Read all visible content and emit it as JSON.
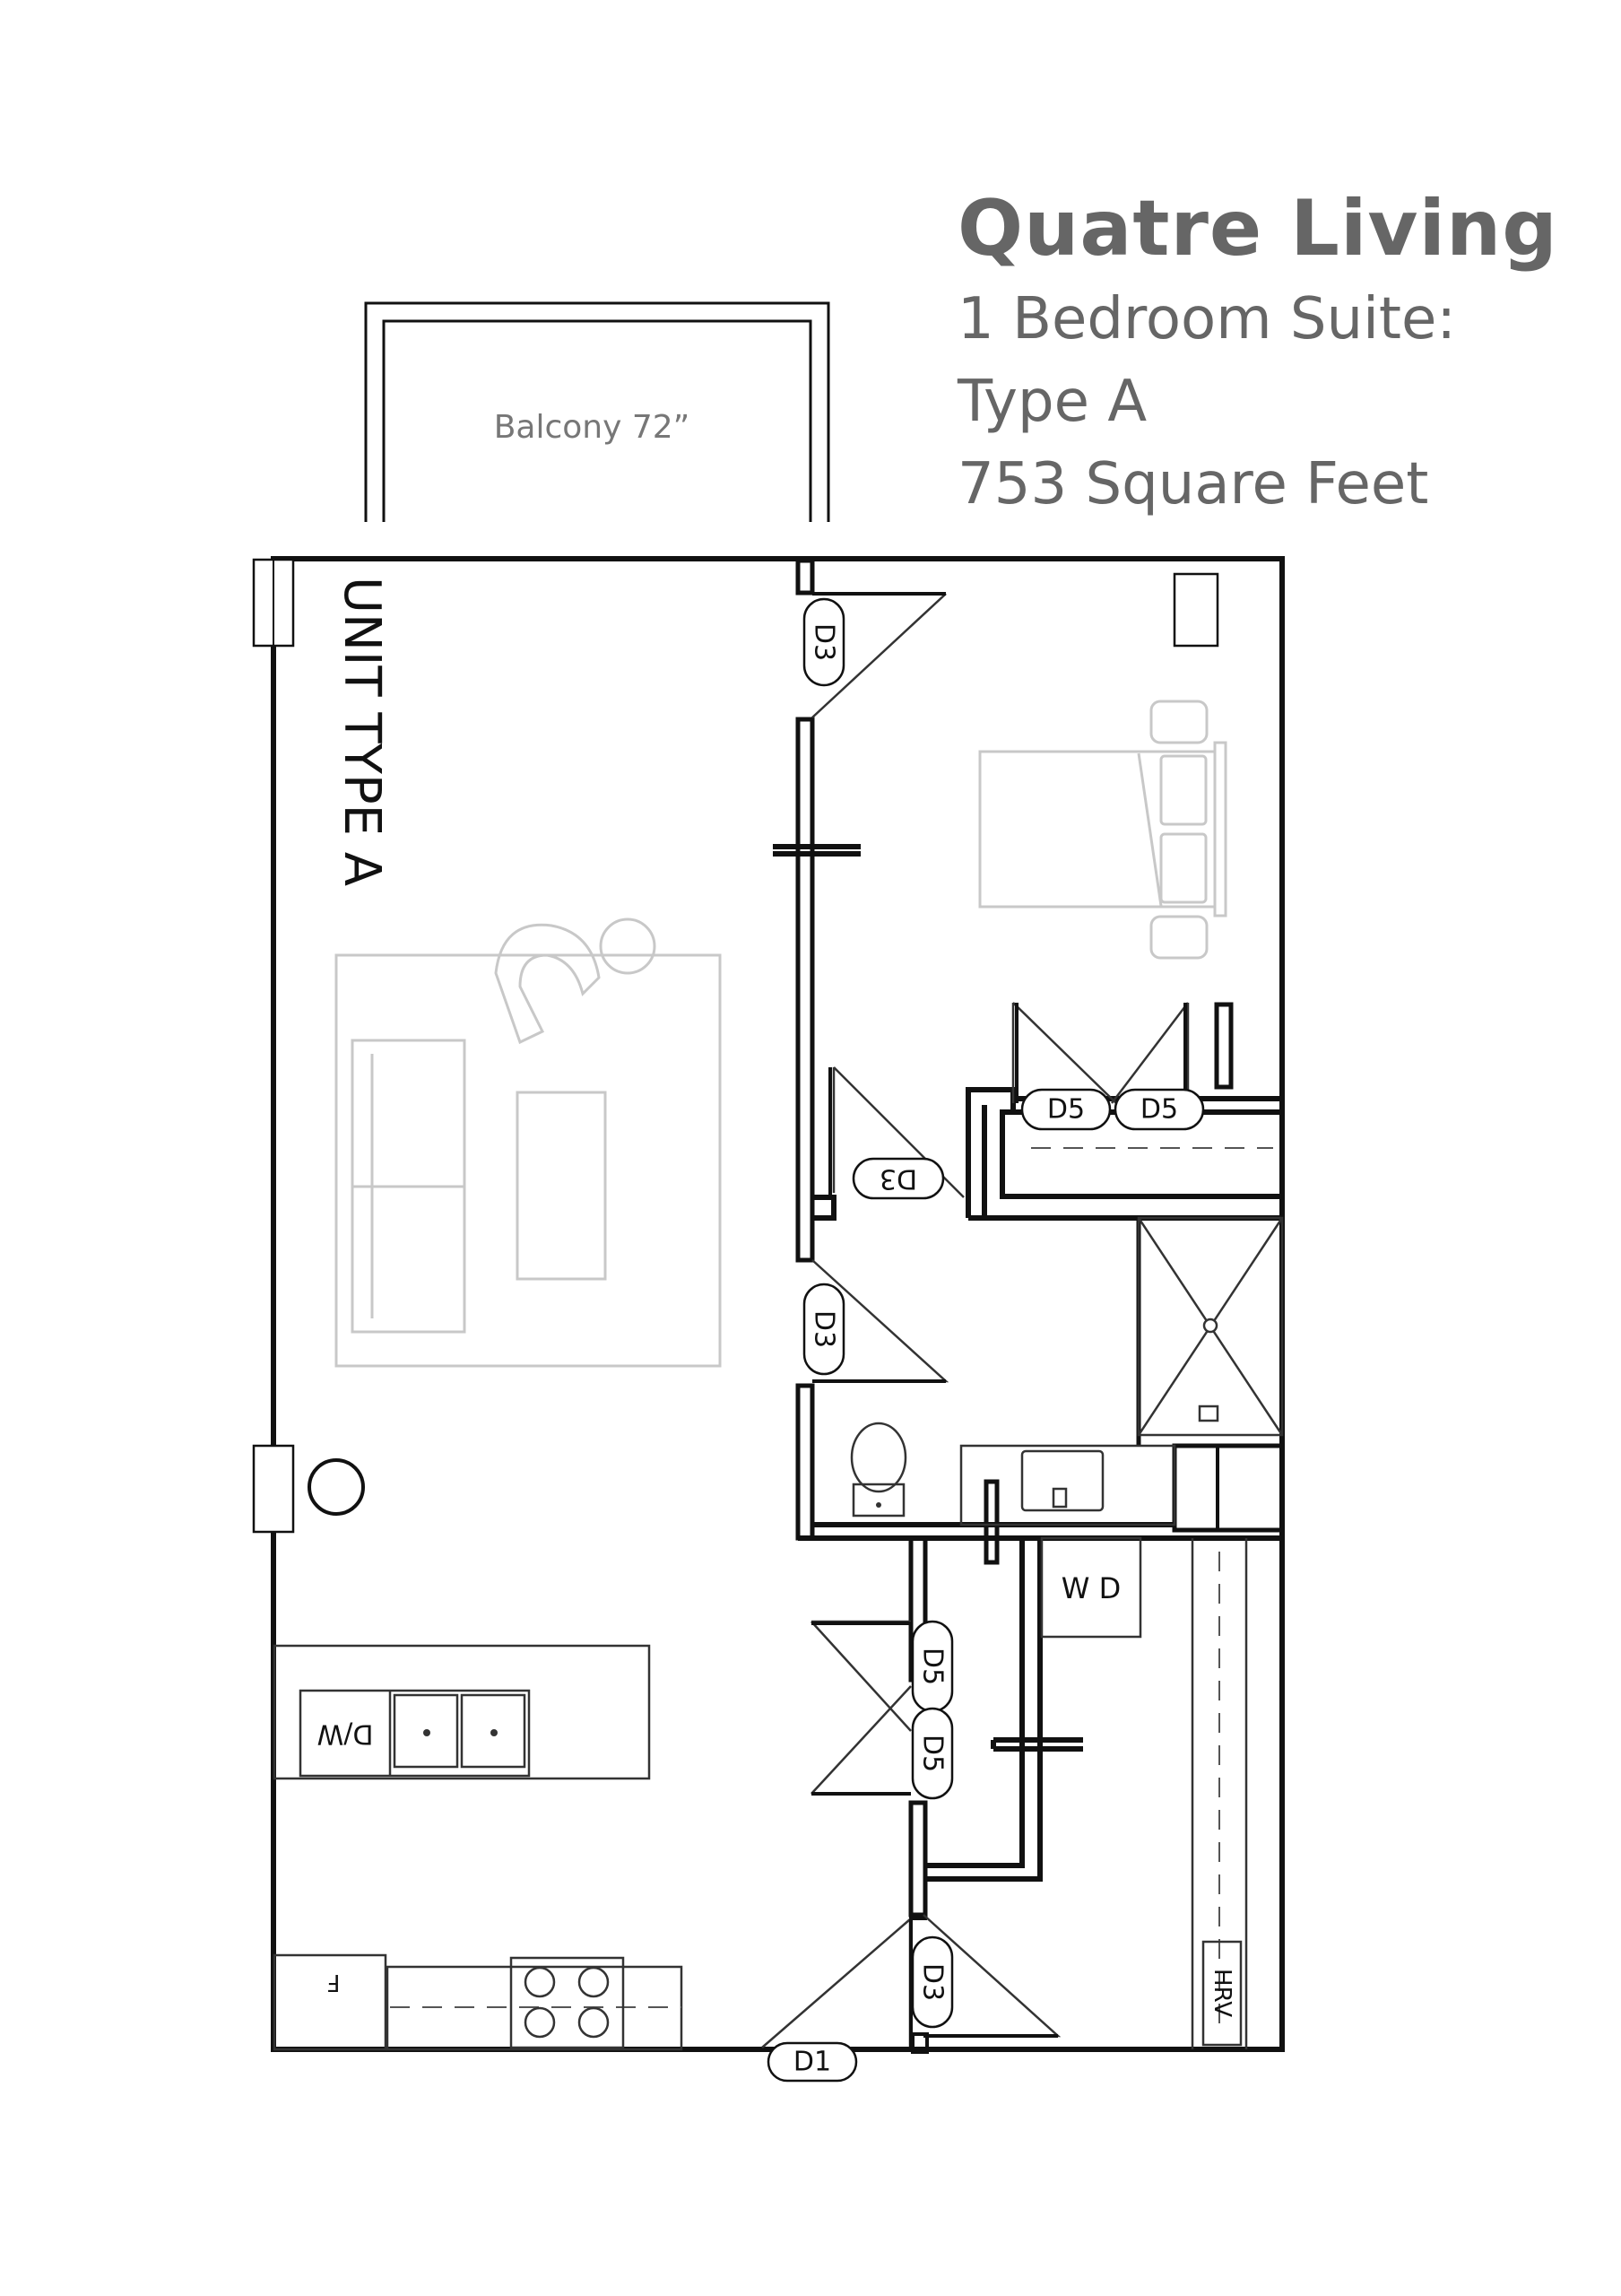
{
  "title": {
    "brand": "Quatre Living",
    "suite": "1 Bedroom Suite:",
    "type": "Type A",
    "area": "753 Square Feet"
  },
  "plan": {
    "balcony": "Balcony 72”",
    "unit_type": "UNIT TYPE A",
    "doors": {
      "d3_bedroom": "D3",
      "d3_bath_mirrored": "D3",
      "d5_closet_left": "D5",
      "d5_closet_right": "D5",
      "d3_bath": "D3",
      "d5_laundry_top": "D5",
      "d5_laundry_bottom": "D5",
      "d3_entry_closet": "D3",
      "d1_entry": "D1"
    },
    "washer_dryer": "W D",
    "dishwasher": "D/W",
    "fridge": "F",
    "hrv": "HRV"
  }
}
